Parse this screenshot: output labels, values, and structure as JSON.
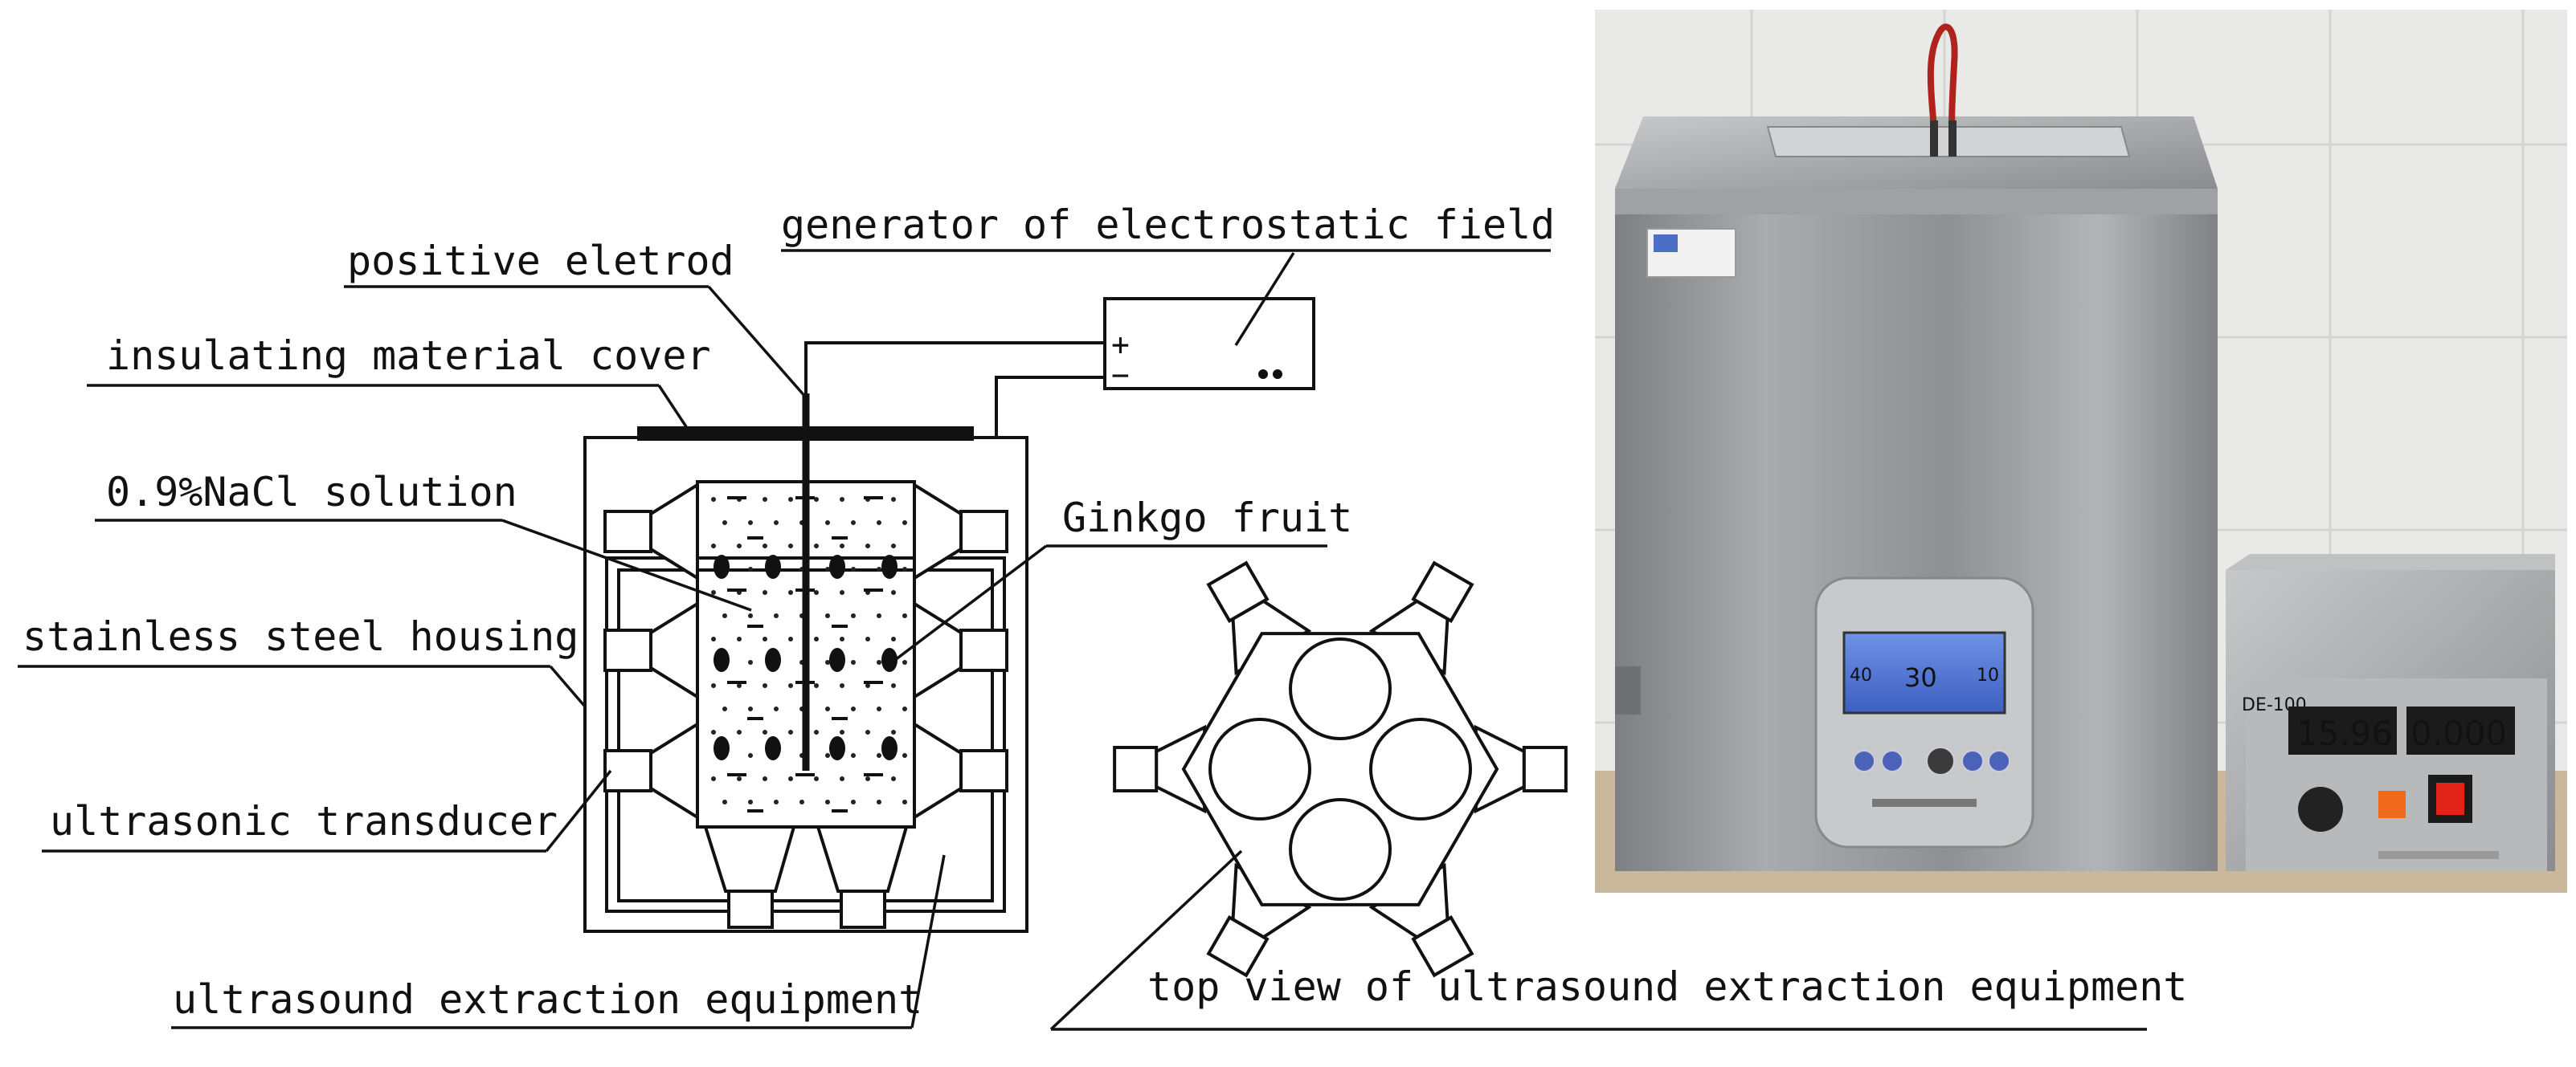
{
  "diagram": {
    "labels": {
      "generator": "generator of electrostatic field",
      "positive_electrode": "positive eletrod",
      "insulating_cover": "insulating material cover",
      "nacl_solution": "0.9%NaCl solution",
      "housing": "stainless steel housing",
      "transducer": "ultrasonic transducer",
      "extraction_equipment": "ultrasound extraction equipment",
      "top_view": "top view of ultrasound extraction equipment",
      "ginkgo": "Ginkgo fruit"
    },
    "generator_terminals": {
      "plus": "+",
      "minus": "−"
    }
  },
  "photo": {
    "display_left": "15.96",
    "display_right": "0.000",
    "panel_model": "DE-100",
    "lcd_left": "40",
    "lcd_center": "30",
    "lcd_right": "10"
  }
}
